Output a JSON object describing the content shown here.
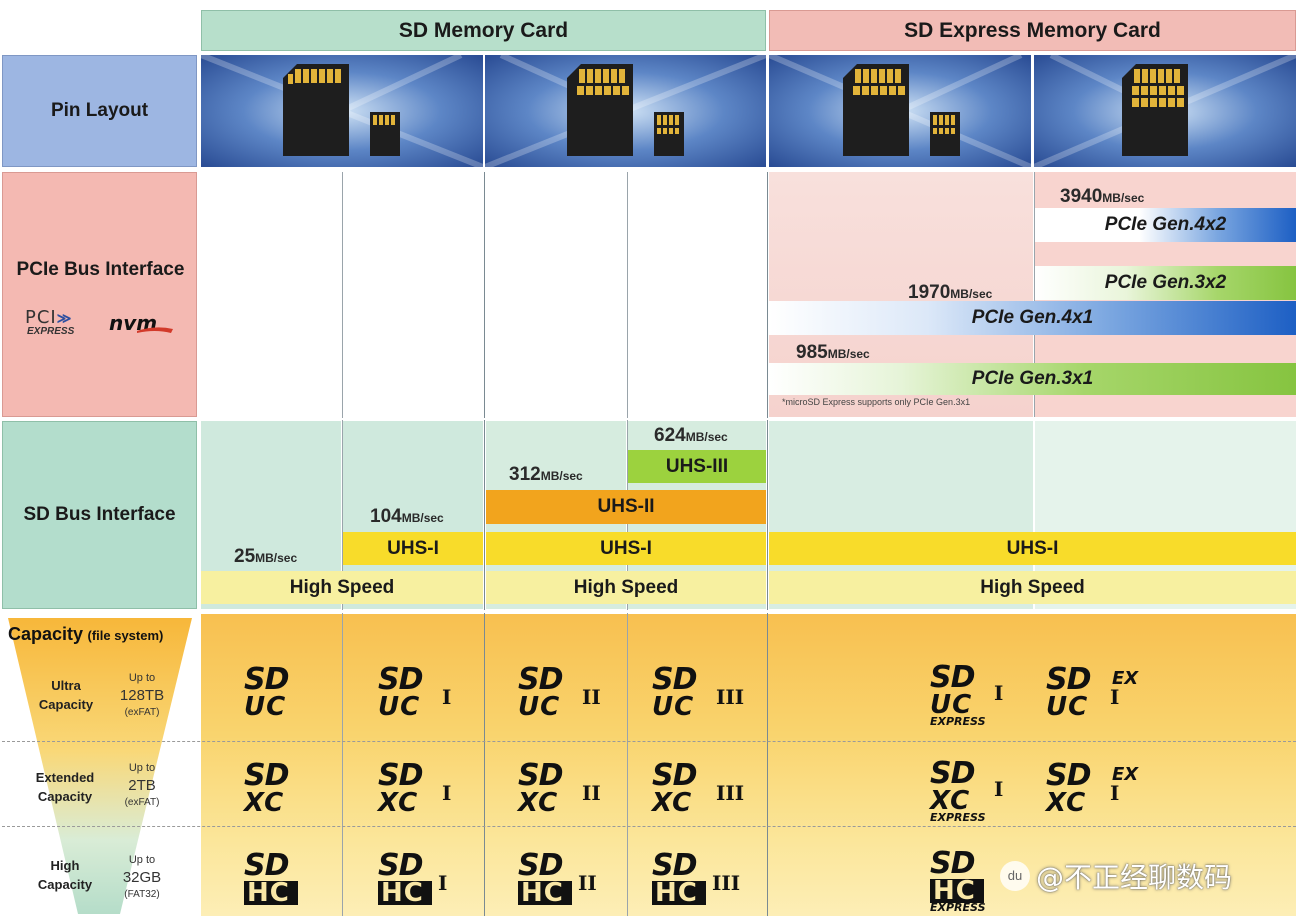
{
  "headers": {
    "sd_card": "SD Memory Card",
    "sd_express": "SD Express Memory Card"
  },
  "row_labels": {
    "pin_layout": "Pin Layout",
    "pcie_bus": "PCIe Bus Interface",
    "pcie_logo_text": "PCI",
    "express_text": "EXPRESS",
    "nvme_text": "nvm",
    "sd_bus": "SD Bus Interface",
    "capacity": "Capacity",
    "file_system": "(file system)"
  },
  "capacity_rows": [
    {
      "name_line1": "Ultra",
      "name_line2": "Capacity",
      "up_to": "Up to",
      "size": "128TB",
      "fs": "(exFAT)"
    },
    {
      "name_line1": "Extended",
      "name_line2": "Capacity",
      "up_to": "Up to",
      "size": "2TB",
      "fs": "(exFAT)"
    },
    {
      "name_line1": "High",
      "name_line2": "Capacity",
      "up_to": "Up to",
      "size": "32GB",
      "fs": "(FAT32)"
    }
  ],
  "pcie_bars": {
    "gen4x2": "PCIe Gen.4x2",
    "gen3x2": "PCIe Gen.3x2",
    "gen4x1": "PCIe Gen.4x1",
    "gen3x1": "PCIe Gen.3x1",
    "speed_3940": "3940",
    "speed_1970": "1970",
    "speed_985": "985",
    "unit": "MB/sec",
    "note": "*microSD Express supports only PCIe Gen.3x1"
  },
  "sd_bars": {
    "uhs1": "UHS-I",
    "uhs2": "UHS-II",
    "uhs3": "UHS-III",
    "high_speed": "High Speed",
    "speed_25": "25",
    "speed_104": "104",
    "speed_312": "312",
    "speed_624": "624",
    "unit": "MB/sec"
  },
  "logos": {
    "sd": "SD",
    "uc": "UC",
    "xc": "XC",
    "hc": "HC",
    "express": "EXPRESS",
    "ex": "EX",
    "i": "I",
    "ii": "II",
    "iii": "III"
  },
  "watermark": "@不正经聊数码",
  "colors": {
    "header_green": "#b7dfcb",
    "header_pink": "#f2bcb6",
    "label_blue": "#9db6e2",
    "label_pink": "#f4b9b2",
    "label_green": "#b3ddcc",
    "uhs1_yellow": "#f8dc2a",
    "uhs2_orange": "#f2a41d",
    "uhs3_green": "#9cd23e",
    "high_speed": "#f7f0a0",
    "pcie_blue": "#2c6ec8",
    "pcie_green": "#8cc84a"
  }
}
